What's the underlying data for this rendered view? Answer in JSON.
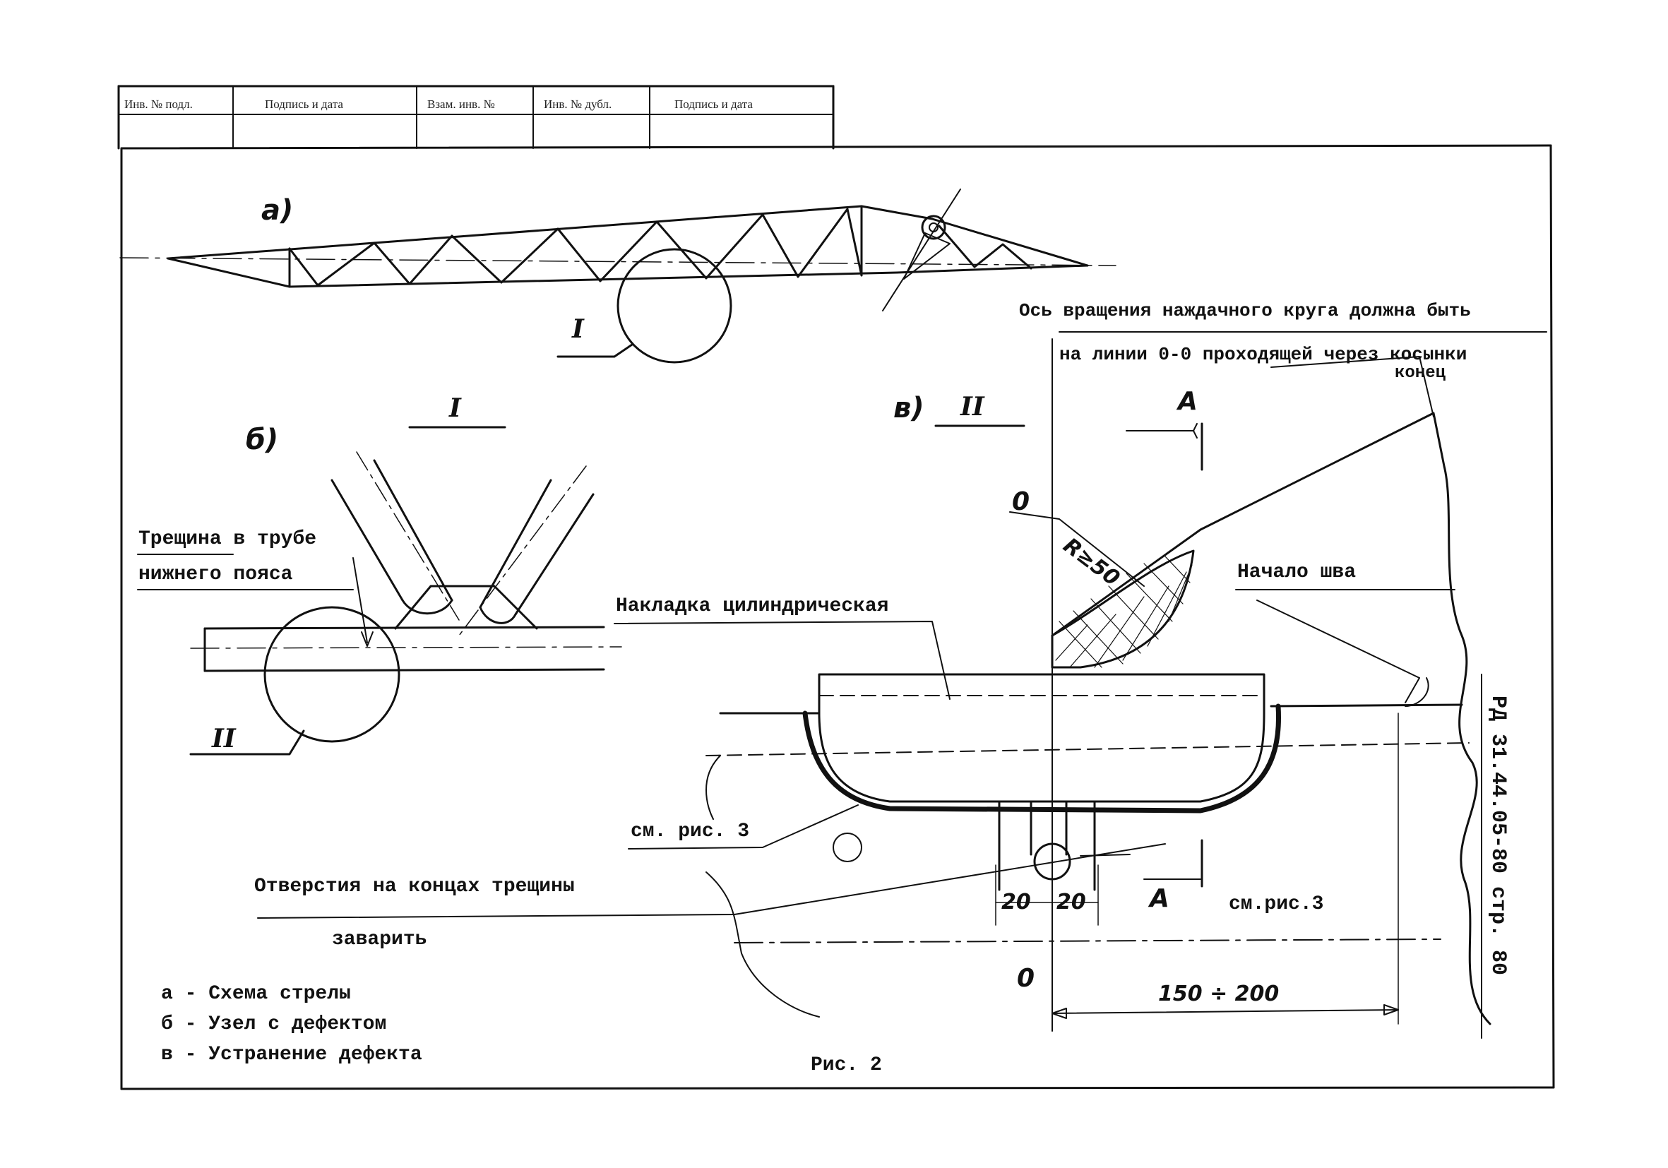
{
  "title_block": {
    "headers": [
      "Инв. № подл.",
      "Подпись и дата",
      "Взам. инв. №",
      "Инв. № дубл.",
      "Подпись и дата"
    ]
  },
  "figure": {
    "label_a": "а)",
    "label_b": "б)",
    "label_v": "в)",
    "view_I_1": "I",
    "view_I_2": "I",
    "view_II_1": "II",
    "view_II_2": "II",
    "crack_label_1": "Трещина в трубе",
    "crack_label_2": "нижнего пояса",
    "overlay_label": "Накладка цилиндрическая",
    "axis_note_1": "Ось вращения наждачного круга должна быть",
    "axis_note_2": "на линии 0-0 проходящей через косынки",
    "axis_note_3": "конец",
    "section_A_top": "A",
    "section_A_bottom": "A",
    "zero_top": "0",
    "zero_bottom": "0",
    "radius": "R≥50",
    "weld_start": "Начало шва",
    "see_fig_left": "см. рис. 3",
    "see_fig_right": "см.рис.3",
    "holes_note_1": "Отверстия на концах трещины",
    "holes_note_2": "заварить",
    "dim_20_left": "20",
    "dim_20_right": "20",
    "dim_range": "150 ÷ 200",
    "legend": [
      "а - Схема стрелы",
      "б - Узел с дефектом",
      "в - Устранение дефекта"
    ],
    "caption": "Рис. 2",
    "doc_code": "РД 31.44.05-80    стр. 80"
  }
}
